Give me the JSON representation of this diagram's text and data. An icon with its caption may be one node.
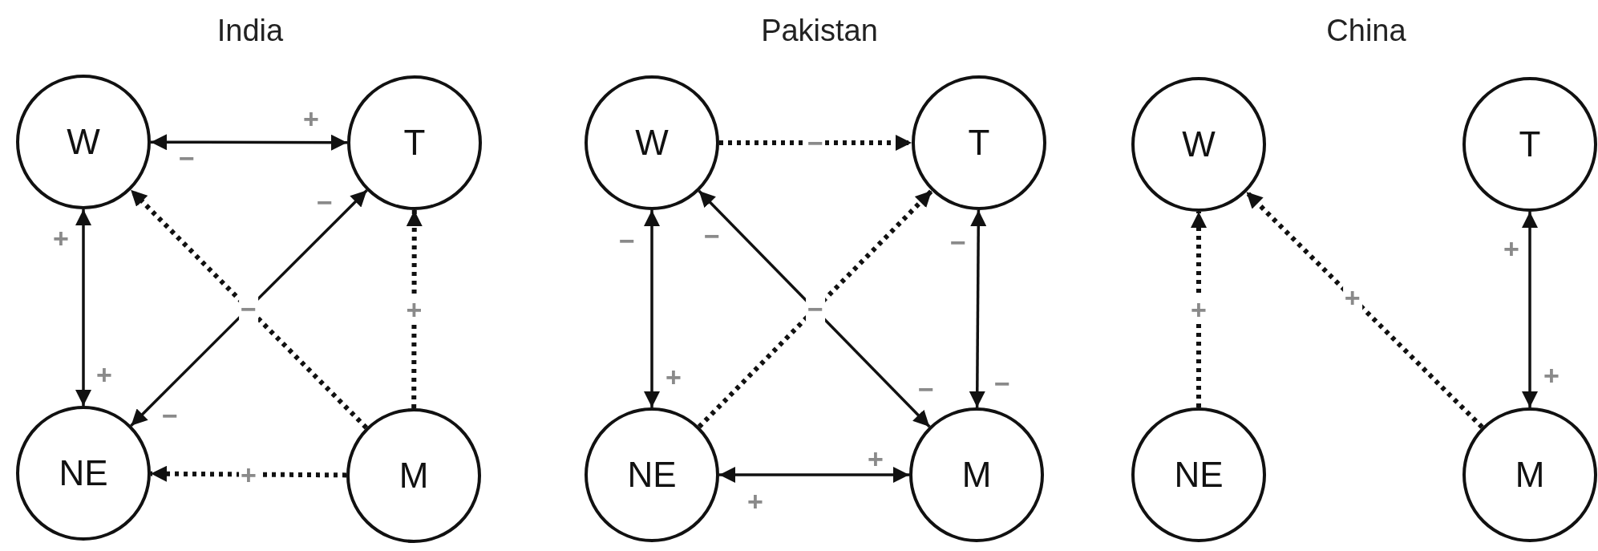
{
  "diagram": {
    "nodes": [
      {
        "text": [
          "W"
        ]
      },
      {
        "text": [
          "T"
        ]
      },
      {
        "text": [
          "NE"
        ]
      },
      {
        "text": [
          "M"
        ]
      },
      {
        "text": [
          "W"
        ]
      },
      {
        "text": [
          "T"
        ]
      },
      {
        "text": [
          "NE"
        ]
      },
      {
        "text": [
          "M"
        ]
      },
      {
        "text": [
          "W"
        ]
      },
      {
        "text": [
          "T"
        ]
      },
      {
        "text": [
          "NE"
        ]
      },
      {
        "text": [
          "M"
        ]
      }
    ],
    "edges": [
      {
        "from": 0,
        "to": 1,
        "arrow": "both"
      },
      {
        "from": 0,
        "to": 2,
        "arrow": "both"
      },
      {
        "from": 2,
        "to": 1,
        "arrow": "both"
      },
      {
        "from": 3,
        "to": 0,
        "arrow": "to",
        "style": "dashed",
        "label": "−"
      },
      {
        "from": 3,
        "to": 1,
        "arrow": "to",
        "style": "dashed",
        "label": "+"
      },
      {
        "from": 3,
        "to": 2,
        "arrow": "to",
        "style": "dashed",
        "label": "+"
      },
      {
        "from": 4,
        "to": 5,
        "arrow": "to",
        "style": "dashed",
        "label": "−"
      },
      {
        "from": 4,
        "to": 6,
        "arrow": "both"
      },
      {
        "from": 4,
        "to": 7,
        "arrow": "both"
      },
      {
        "from": 6,
        "to": 5,
        "arrow": "to",
        "style": "dashed",
        "label": "−"
      },
      {
        "from": 5,
        "to": 7,
        "arrow": "both"
      },
      {
        "from": 6,
        "to": 7,
        "arrow": "both"
      },
      {
        "from": 10,
        "to": 8,
        "arrow": "to",
        "style": "dashed",
        "label": "+"
      },
      {
        "from": 11,
        "to": 8,
        "arrow": "to",
        "style": "dashed",
        "label": "+"
      },
      {
        "from": 9,
        "to": 11,
        "arrow": "both"
      }
    ],
    "labels": [
      "India",
      "Pakistan",
      "China",
      "+",
      "−",
      "+",
      "+",
      "−",
      "−",
      "−",
      "+",
      "−",
      "−",
      "−",
      "−",
      "+",
      "+",
      "+",
      "+"
    ]
  }
}
